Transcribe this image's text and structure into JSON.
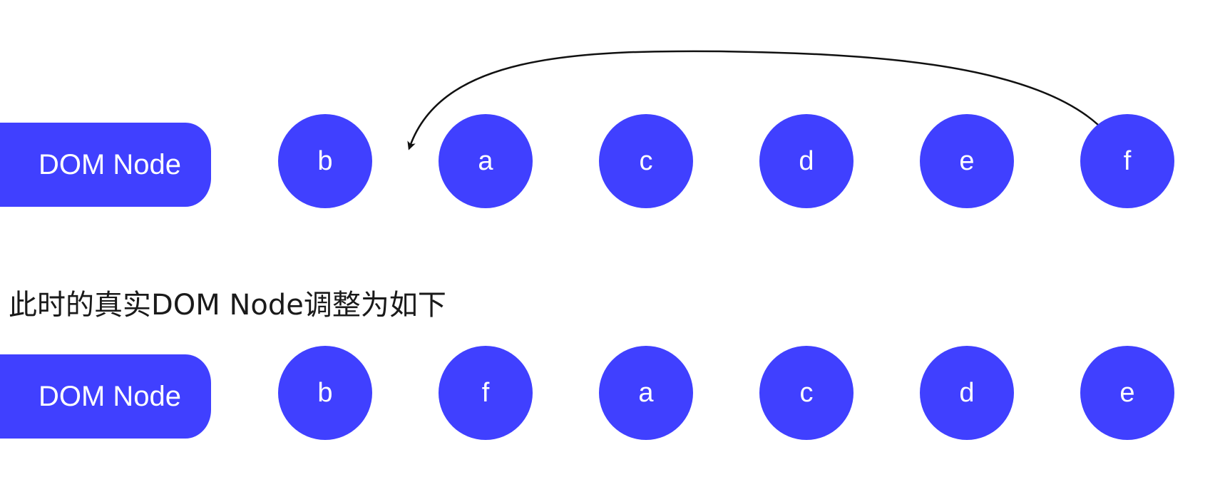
{
  "top_row": {
    "container_label": "DOM Node",
    "nodes": [
      "b",
      "a",
      "c",
      "d",
      "e",
      "f"
    ]
  },
  "caption": "此时的真实DOM Node调整为如下",
  "bottom_row": {
    "container_label": "DOM Node",
    "nodes": [
      "b",
      "f",
      "a",
      "c",
      "d",
      "e"
    ]
  },
  "colors": {
    "node_fill": "#4040ff",
    "node_text": "#ffffff",
    "arrow": "#111111"
  }
}
